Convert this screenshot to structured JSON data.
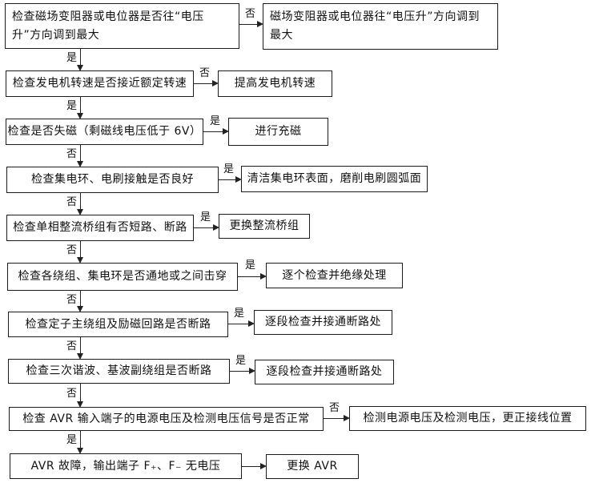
{
  "flowchart": {
    "description_labels": {
      "yes": "是",
      "no": "否"
    },
    "rows": [
      {
        "question": "检查磁场变阻器或电位器是否往“电压升”方向调到最大",
        "branch_label": "否",
        "action": "磁场变阻器或电位器往“电压升”方向调到最大",
        "down_label": "是"
      },
      {
        "question": "检查发电机转速是否接近额定转速",
        "branch_label": "否",
        "action": "提高发电机转速",
        "down_label": "是"
      },
      {
        "question": "检查是否失磁（剩磁线电压低于 6V）",
        "branch_label": "是",
        "action": "进行充磁",
        "down_label": "否"
      },
      {
        "question": "检查集电环、电刷接触是否良好",
        "branch_label": "是",
        "action": "清洁集电环表面，磨削电刷圆弧面",
        "down_label": "否"
      },
      {
        "question": "检查单相整流桥组有否短路、断路",
        "branch_label": "是",
        "action": "更换整流桥组",
        "down_label": "否"
      },
      {
        "question": "检查各绕组、集电环是否通地或之间击穿",
        "branch_label": "是",
        "action": "逐个检查并绝缘处理",
        "down_label": "否"
      },
      {
        "question": "检查定子主绕组及励磁回路是否断路",
        "branch_label": "是",
        "action": "逐段检查并接通断路处",
        "down_label": "否"
      },
      {
        "question": "检查三次谐波、基波副绕组是否断路",
        "branch_label": "是",
        "action": "逐段检查并接通断路处",
        "down_label": "否"
      },
      {
        "question": "检查 AVR 输入端子的电源电压及检测电压信号是否正常",
        "branch_label": "否",
        "action": "检测电源电压及检测电压，更正接线位置",
        "down_label": "是"
      },
      {
        "question": "AVR 故障，输出端子 F₊、F₋ 无电压",
        "branch_label": "",
        "action": "更换 AVR",
        "down_label": ""
      }
    ]
  }
}
